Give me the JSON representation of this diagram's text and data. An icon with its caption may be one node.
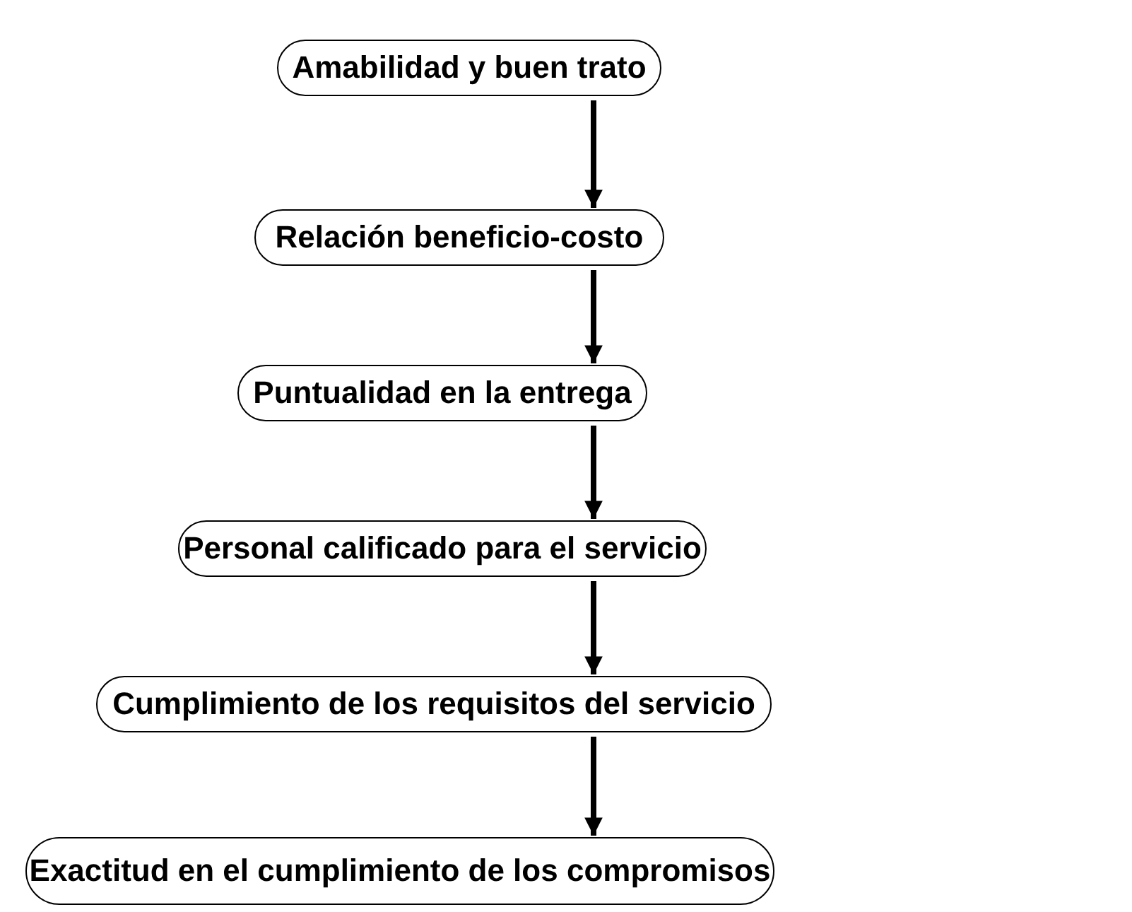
{
  "diagram": {
    "nodes": [
      {
        "text": [
          "Amabilidad y buen trato"
        ]
      },
      {
        "text": [
          "Relación beneficio-costo"
        ]
      },
      {
        "text": [
          "Puntualidad en la entrega"
        ]
      },
      {
        "text": [
          "Personal calificado para el servicio"
        ]
      },
      {
        "text": [
          "Cumplimiento de los requisitos del servicio"
        ]
      },
      {
        "text": [
          "Exactitud en el cumplimiento de los compromisos"
        ]
      }
    ],
    "edges": [
      {
        "from": 0,
        "to": 1,
        "arrow": "to"
      },
      {
        "from": 1,
        "to": 2,
        "arrow": "to"
      },
      {
        "from": 2,
        "to": 3,
        "arrow": "to"
      },
      {
        "from": 3,
        "to": 4,
        "arrow": "to"
      },
      {
        "from": 4,
        "to": 5,
        "arrow": "to"
      }
    ]
  }
}
